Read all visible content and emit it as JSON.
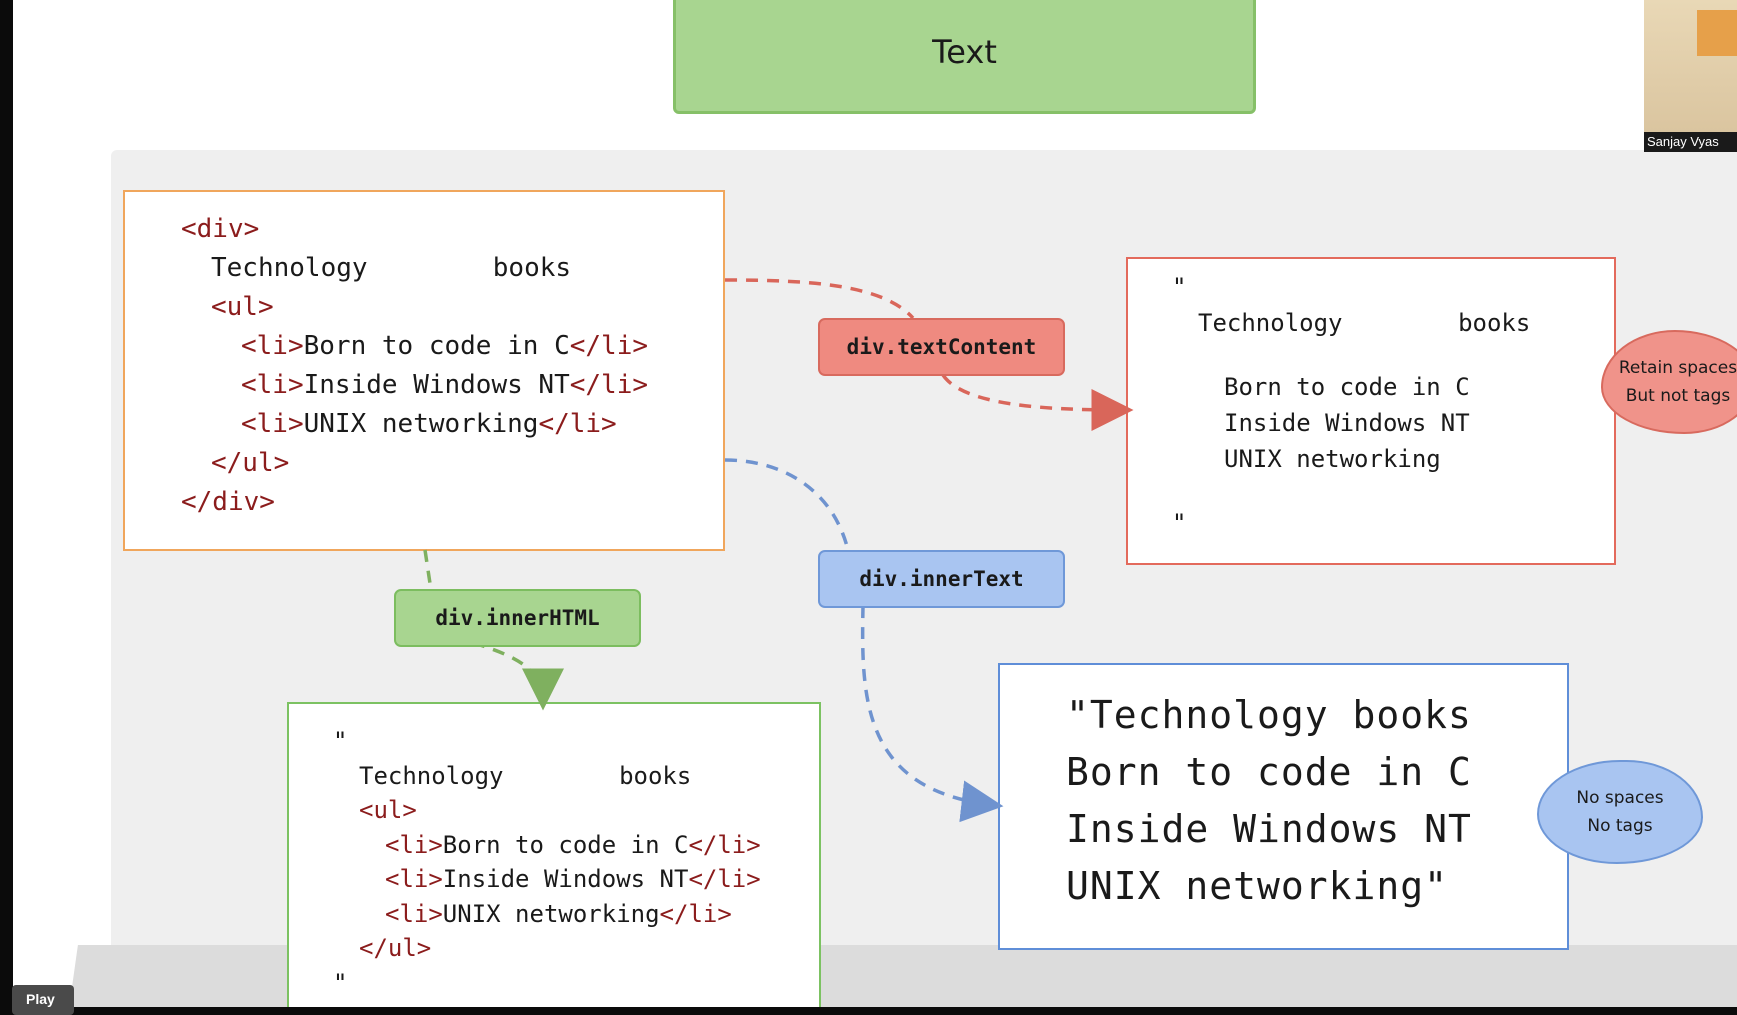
{
  "title_box": {
    "text": "Text"
  },
  "source_code": {
    "lines": [
      {
        "indent": 0,
        "pre": "<div>",
        "text": "",
        "post": ""
      },
      {
        "indent": 1,
        "pre": "",
        "text": "Technology        books",
        "post": ""
      },
      {
        "indent": 1,
        "pre": "<ul>",
        "text": "",
        "post": ""
      },
      {
        "indent": 2,
        "pre": "<li>",
        "text": "Born to code in C",
        "post": "</li>"
      },
      {
        "indent": 2,
        "pre": "<li>",
        "text": "Inside Windows NT",
        "post": "</li>"
      },
      {
        "indent": 2,
        "pre": "<li>",
        "text": "UNIX networking",
        "post": "</li>"
      },
      {
        "indent": 1,
        "pre": "</ul>",
        "text": "",
        "post": ""
      },
      {
        "indent": 0,
        "pre": "</div>",
        "text": "",
        "post": ""
      }
    ]
  },
  "labels": {
    "text_content": "div.textContent",
    "inner_text": "div.innerText",
    "inner_html": "div.innerHTML"
  },
  "text_content_output": {
    "lines": [
      {
        "indent": 0,
        "text": "\""
      },
      {
        "indent": 1,
        "text": "Technology        books"
      },
      {
        "indent": 0,
        "text": ""
      },
      {
        "indent": 2,
        "text": "Born to code in C"
      },
      {
        "indent": 2,
        "text": "Inside Windows NT"
      },
      {
        "indent": 2,
        "text": "UNIX networking"
      },
      {
        "indent": 0,
        "text": ""
      },
      {
        "indent": 0,
        "text": "\""
      }
    ]
  },
  "inner_html_output": {
    "lines": [
      {
        "indent": 0,
        "pre": "",
        "text": "\"",
        "post": ""
      },
      {
        "indent": 1,
        "pre": "",
        "text": "Technology        books",
        "post": ""
      },
      {
        "indent": 1,
        "pre": "<ul>",
        "text": "",
        "post": ""
      },
      {
        "indent": 2,
        "pre": "<li>",
        "text": "Born to code in C",
        "post": "</li>"
      },
      {
        "indent": 2,
        "pre": "<li>",
        "text": "Inside Windows NT",
        "post": "</li>"
      },
      {
        "indent": 2,
        "pre": "<li>",
        "text": "UNIX networking",
        "post": "</li>"
      },
      {
        "indent": 1,
        "pre": "</ul>",
        "text": "",
        "post": ""
      },
      {
        "indent": 0,
        "pre": "",
        "text": "\"",
        "post": ""
      }
    ]
  },
  "inner_text_output": {
    "lines": [
      "\"Technology books",
      "Born to code in C",
      "Inside Windows NT",
      "UNIX networking\""
    ]
  },
  "clouds": {
    "retain": [
      "Retain spaces",
      "But not tags"
    ],
    "no": [
      "No spaces",
      "No tags"
    ]
  },
  "webcam": {
    "name": "Sanjay Vyas"
  },
  "player": {
    "play_label": "Play"
  },
  "colors": {
    "tag": "#8b1c1c",
    "red_arrow": "#d9665a",
    "blue_arrow": "#6f93cf",
    "green_arrow": "#7fb05f"
  }
}
